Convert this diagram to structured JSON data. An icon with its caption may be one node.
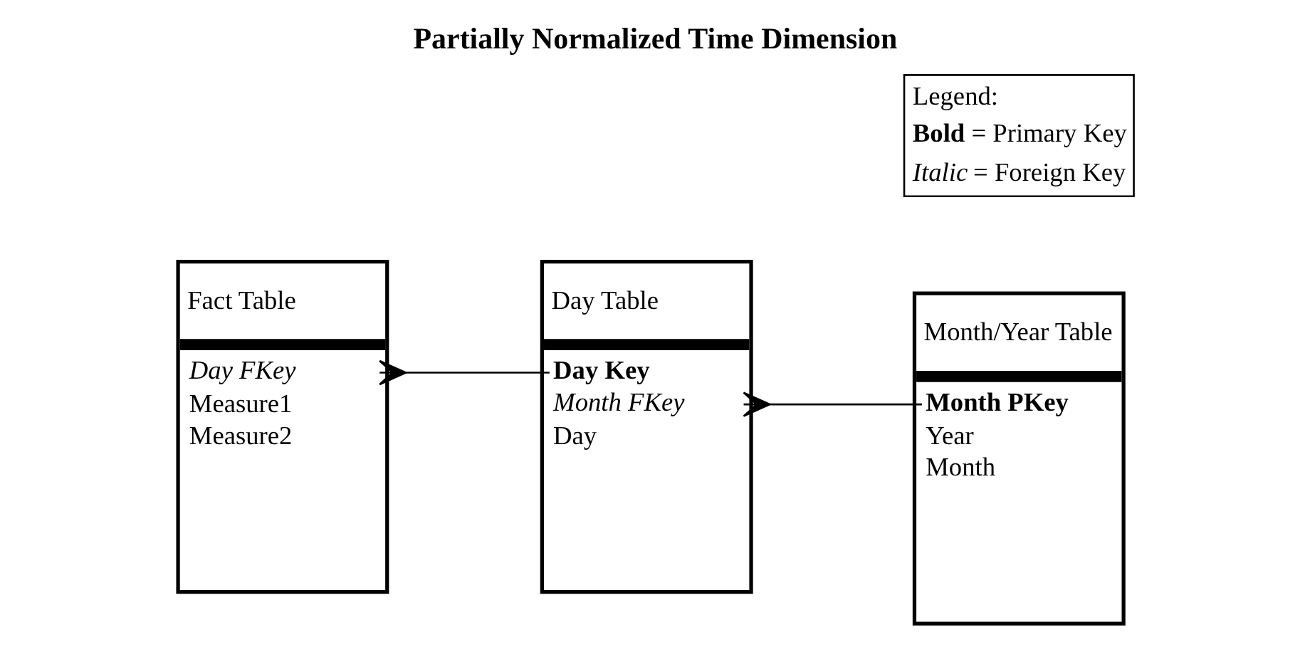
{
  "diagram": {
    "title": "Partially Normalized Time Dimension",
    "nodes": [
      {
        "text": [
          "Fact Table",
          "*Day FKey*",
          "Measure1",
          "Measure2"
        ]
      },
      {
        "text": [
          "Day Table",
          "**Day Key**",
          "*Month FKey*",
          "Day"
        ]
      },
      {
        "text": [
          "Month/Year Table",
          "**Month PKey**",
          "Year",
          "Month"
        ]
      },
      {
        "text": [
          "Legend:",
          "**Bold** = Primary Key",
          "*Italic* = Foreign Key"
        ]
      }
    ],
    "edges": [
      {
        "from": 0,
        "to": 1,
        "arrow": "other"
      },
      {
        "from": 1,
        "to": 2,
        "arrow": "other"
      }
    ]
  }
}
